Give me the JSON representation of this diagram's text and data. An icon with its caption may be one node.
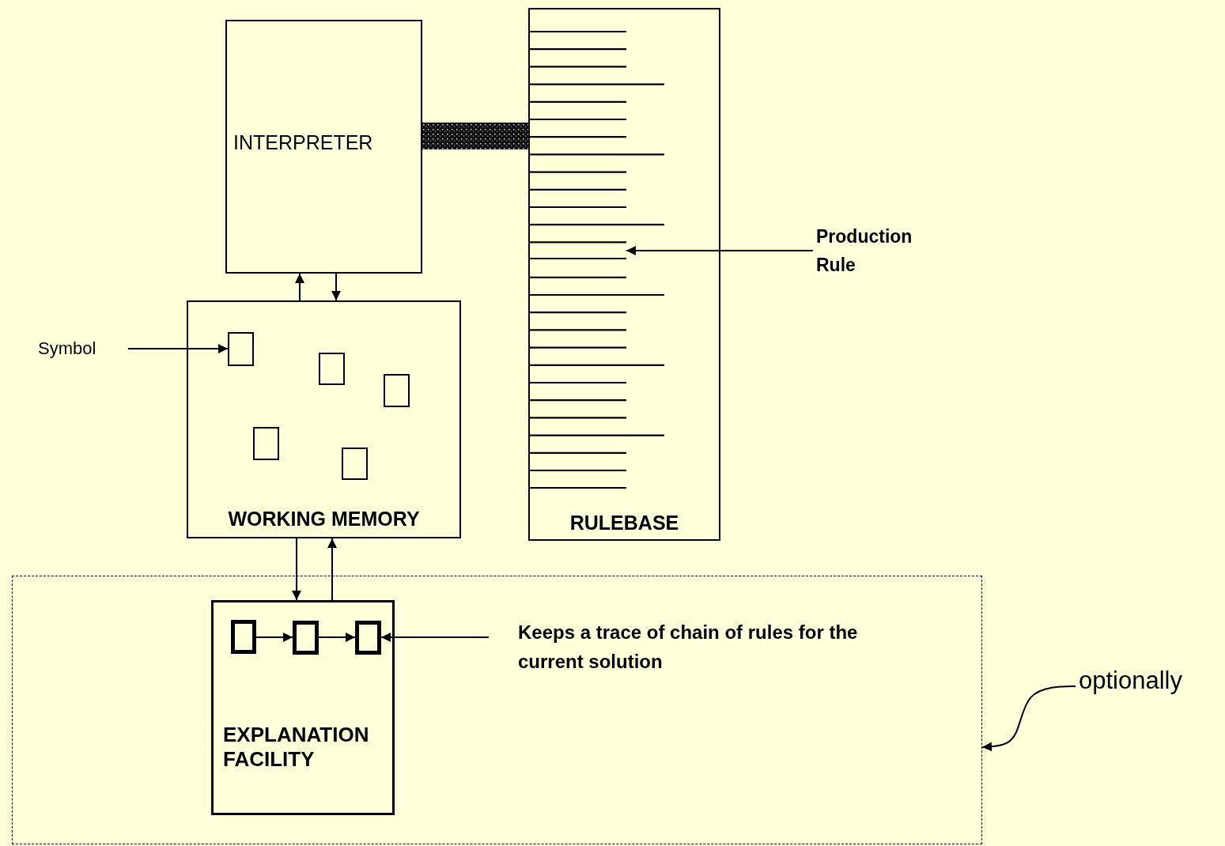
{
  "diagram": {
    "nodes": [
      {
        "text": [
          "INTERPRETER"
        ]
      },
      {
        "text": [
          "RULEBASE"
        ]
      },
      {
        "text": [
          "Production Rule"
        ]
      },
      {
        "text": [
          "WORKING MEMORY"
        ]
      },
      {
        "text": [
          "Symbol"
        ]
      },
      {
        "text": [],
        "shape": "box",
        "in": 3
      },
      {
        "text": [],
        "shape": "box",
        "in": 3
      },
      {
        "text": [],
        "shape": "box",
        "in": 3
      },
      {
        "text": [],
        "shape": "box",
        "in": 3
      },
      {
        "text": [],
        "shape": "box",
        "in": 3
      },
      {
        "text": [],
        "shape": "box"
      },
      {
        "text": [
          "EXPLANATION FACILITY"
        ],
        "in": 10
      },
      {
        "text": [],
        "shape": "box",
        "in": 11
      },
      {
        "text": [],
        "shape": "box",
        "in": 11
      },
      {
        "text": [],
        "shape": "box",
        "in": 11
      },
      {
        "text": [
          "Keeps a trace of chain of rules for the current solution"
        ],
        "in": 10
      },
      {
        "text": [
          "optionally"
        ]
      },
      {
        "text": [],
        "shape": "bar",
        "in": 1
      }
    ],
    "edges": [
      {
        "from": 0,
        "to": 1,
        "arrow": "none",
        "style": "thick"
      },
      {
        "from": 3,
        "to": 0,
        "arrow": "to"
      },
      {
        "from": 0,
        "to": 3,
        "arrow": "to"
      },
      {
        "from": 2,
        "to": 17,
        "arrow": "to"
      },
      {
        "from": 4,
        "to": 5,
        "arrow": "to"
      },
      {
        "from": 3,
        "to": 11,
        "arrow": "to"
      },
      {
        "from": 11,
        "to": 3,
        "arrow": "to"
      },
      {
        "from": 12,
        "to": 13,
        "arrow": "to"
      },
      {
        "from": 13,
        "to": 14,
        "arrow": "to"
      },
      {
        "from": 15,
        "to": 14,
        "arrow": "to"
      },
      {
        "from": 16,
        "to": 10,
        "arrow": "to"
      }
    ]
  }
}
